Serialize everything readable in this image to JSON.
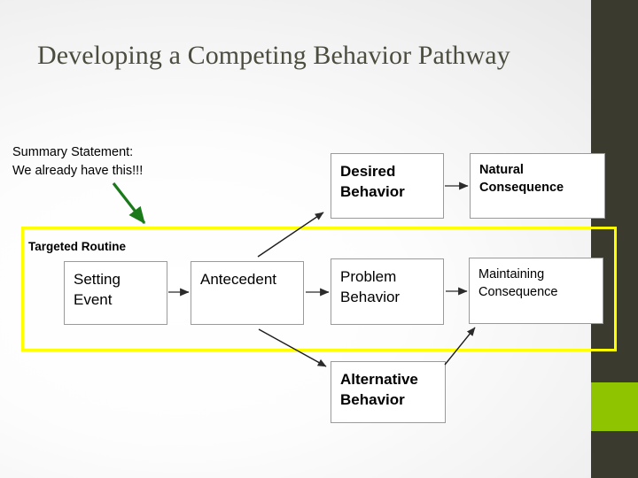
{
  "slide": {
    "title": "Developing a Competing Behavior Pathway",
    "theme": {
      "sidebar_color": "#3b3a2e",
      "accent_green": "#8fc400",
      "highlight_yellow": "#ffff00",
      "title_color": "#4c4c3f",
      "box_border": "#9a9a9a",
      "annotation_arrow": "#1a7a1a"
    }
  },
  "annotation": {
    "line1": "Summary Statement:",
    "line2": "We already have this!!!"
  },
  "routine": {
    "label": "Targeted Routine"
  },
  "nodes": {
    "desired": "Desired\nBehavior",
    "natural": "Natural\nConsequence",
    "setting": "Setting\nEvent",
    "antecedent": "Antecedent",
    "problem": "Problem\nBehavior",
    "maintaining": "Maintaining\nConsequence",
    "alternative": "Alternative\nBehavior"
  },
  "connectors": [
    {
      "name": "desired-to-natural",
      "from": "Desired Behavior",
      "to": "Natural Consequence"
    },
    {
      "name": "setting-to-antecedent",
      "from": "Setting Event",
      "to": "Antecedent"
    },
    {
      "name": "antecedent-to-problem",
      "from": "Antecedent",
      "to": "Problem Behavior"
    },
    {
      "name": "problem-to-maintaining",
      "from": "Problem Behavior",
      "to": "Maintaining Consequence"
    },
    {
      "name": "antecedent-to-desired",
      "from": "Antecedent",
      "to": "Desired Behavior"
    },
    {
      "name": "antecedent-to-alternative",
      "from": "Antecedent",
      "to": "Alternative Behavior"
    },
    {
      "name": "alternative-to-maintaining",
      "from": "Alternative Behavior",
      "to": "Maintaining Consequence"
    },
    {
      "name": "summary-callout",
      "from": "Summary Statement",
      "to": "Targeted Routine"
    }
  ]
}
